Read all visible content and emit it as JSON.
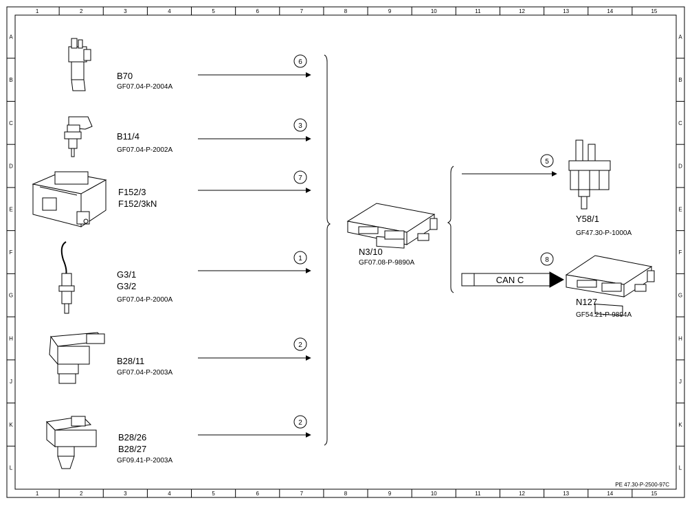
{
  "grid": {
    "columns": [
      "1",
      "2",
      "3",
      "4",
      "5",
      "6",
      "7",
      "8",
      "9",
      "10",
      "11",
      "12",
      "13",
      "14",
      "15"
    ],
    "rows": [
      "A",
      "B",
      "C",
      "D",
      "E",
      "F",
      "G",
      "H",
      "J",
      "K",
      "L"
    ]
  },
  "components": [
    {
      "id": "b70",
      "name": "B70",
      "doc": "GF07.04-P-2004A",
      "icon": "crankshaft-sensor-icon",
      "signal": "6"
    },
    {
      "id": "b11",
      "name": "B11/4",
      "doc": "GF07.04-P-2002A",
      "icon": "coolant-temp-sensor-icon",
      "signal": "3"
    },
    {
      "id": "f152",
      "name": "F152/3",
      "name2": "F152/3kN",
      "icon": "fuse-relay-box-icon",
      "signal": "7"
    },
    {
      "id": "g3",
      "name": "G3/1",
      "name2": "G3/2",
      "doc": "GF07.04-P-2000A",
      "icon": "oxygen-sensor-icon",
      "signal": "1"
    },
    {
      "id": "b28_11",
      "name": "B28/11",
      "doc": "GF07.04-P-2003A",
      "icon": "pressure-sensor-icon",
      "signal": "2"
    },
    {
      "id": "b28_26",
      "name": "B28/26",
      "name2": "B28/27",
      "doc": "GF09.41-P-2003A",
      "icon": "pressure-sensor-icon",
      "signal": "2"
    }
  ],
  "controller": {
    "name": "N3/10",
    "doc": "GF07.08-P-9890A",
    "icon": "control-unit-icon"
  },
  "outputs": [
    {
      "id": "y58",
      "name": "Y58/1",
      "doc": "GF47.30-P-1000A",
      "signal": "5",
      "icon": "valve-icon"
    },
    {
      "id": "n127",
      "name": "N127",
      "doc": "GF54.21-P-9894A",
      "signal": "8",
      "icon": "control-unit-icon",
      "bus": "CAN C"
    }
  ],
  "footer": {
    "ref": "PE 47.30-P-2500-97C"
  }
}
